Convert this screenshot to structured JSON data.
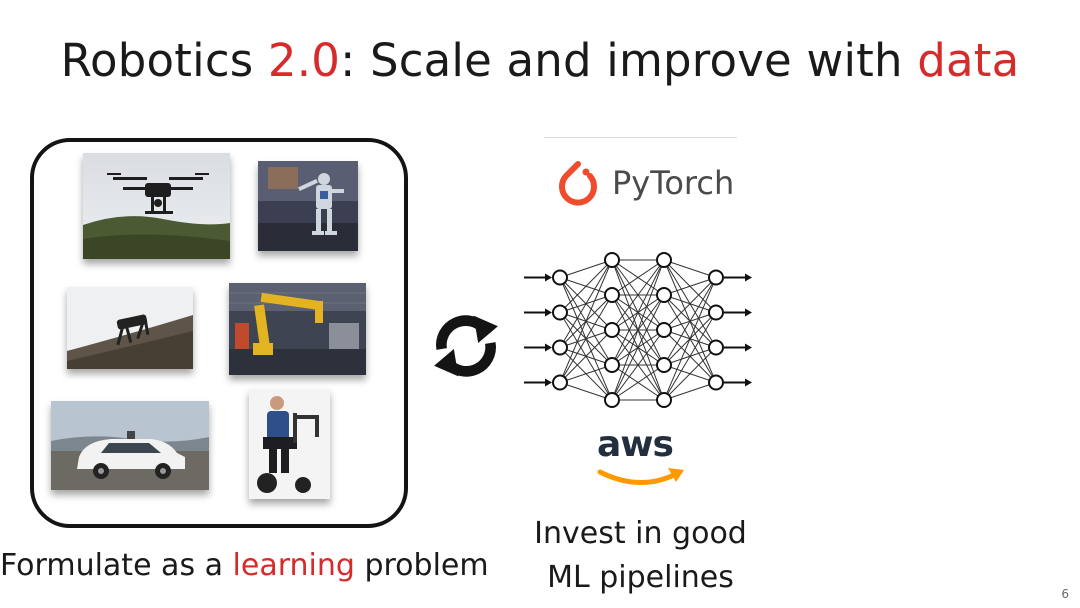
{
  "slide": {
    "title_parts": [
      "Robotics ",
      "2.0",
      ": Scale and improve with ",
      "data"
    ],
    "caption_left_parts": [
      "Formulate as a ",
      "learning",
      " problem"
    ],
    "caption_right_lines": [
      "Invest in good",
      "ML pipelines"
    ],
    "page_number": "6"
  },
  "logos": {
    "pytorch_label": "PyTorch",
    "pytorch_color": "#ee4c2c",
    "aws_label": "aws",
    "aws_smile_color": "#ff9900"
  },
  "icons": {
    "cycle": "sync-arrows-icon"
  },
  "colors": {
    "accent": "#d62b2b",
    "text": "#1a1a1a"
  }
}
